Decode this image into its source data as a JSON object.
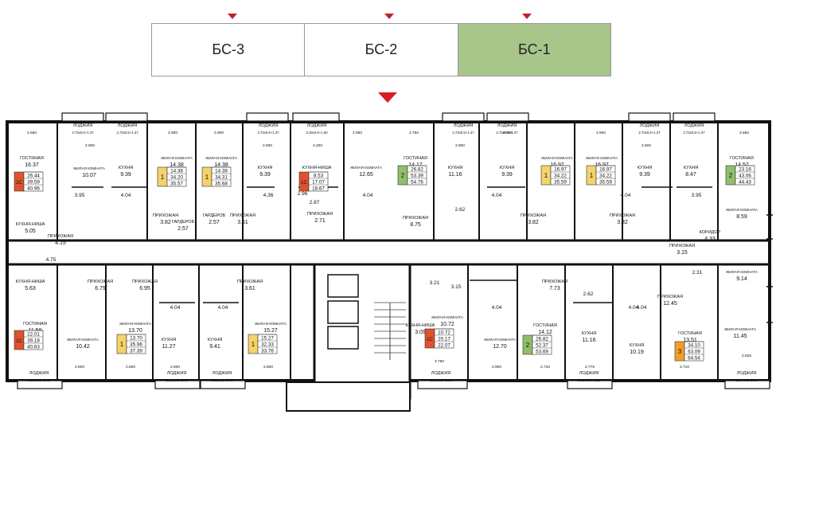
{
  "tabs": [
    {
      "label": "БС-3",
      "active": false
    },
    {
      "label": "БС-2",
      "active": false
    },
    {
      "label": "БС-1",
      "active": true
    }
  ],
  "type_colors": {
    "1": "#f3d36b",
    "1C": "#e0522f",
    "2": "#8fbf6a",
    "2C": "#e0522f",
    "3": "#f0a02a"
  },
  "top_rooms": [
    {
      "name": "ЛОДЖИЯ",
      "dims": "2.73х0.5+1.37"
    },
    {
      "name": "ЛОДЖИЯ",
      "dims": "2.73х0.5+1.37"
    },
    {
      "name": "ЛОДЖИЯ",
      "dims": "2.73х0.5+1.37"
    },
    {
      "name": "ЛОДЖИЯ",
      "dims": "3.19х0.5+1.60"
    },
    {
      "name": "ЛОДЖИЯ",
      "dims": "2.73х0.5+1.37"
    },
    {
      "name": "ЛОДЖИЯ",
      "dims": "2.73х0.5+1.37"
    },
    {
      "name": "ЛОДЖИЯ",
      "dims": "2.73х0.5+1.37"
    },
    {
      "name": "ЛОДЖИЯ",
      "dims": "2.73х0.5+1.37"
    },
    {
      "name": "ГОСТИНАЯ",
      "area": "16.37"
    },
    {
      "name": "ЖИЛАЯ КОМНАТА",
      "area": "10.07"
    },
    {
      "name": "КУХНЯ",
      "area": "9.39"
    },
    {
      "name": "ЖИЛАЯ КОМНАТА",
      "area": "14.38"
    },
    {
      "name": "ЖИЛАЯ КОМНАТА",
      "area": "14.38"
    },
    {
      "name": "КУХНЯ",
      "area": "9.39"
    },
    {
      "name": "КУХНЯ-НИША",
      "area": "8.53"
    },
    {
      "name": "ЖИЛАЯ КОМНАТА",
      "area": "12.65"
    },
    {
      "name": "ГОСТИНАЯ",
      "area": "14.17"
    },
    {
      "name": "КУХНЯ",
      "area": "11.16"
    },
    {
      "name": "КУХНЯ",
      "area": "9.39"
    },
    {
      "name": "ЖИЛАЯ КОМНАТА",
      "area": "16.97"
    },
    {
      "name": "ЖИЛАЯ КОМНАТА",
      "area": "16.97"
    },
    {
      "name": "КУХНЯ",
      "area": "9.39"
    },
    {
      "name": "КУХНЯ",
      "area": "8.47"
    },
    {
      "name": "ГОСТИНАЯ",
      "area": "14.57"
    },
    {
      "name": "ПРИХОЖАЯ",
      "area": "3.82"
    },
    {
      "name": "ГАРДЕРОБ",
      "area": "2.57"
    },
    {
      "name": "ГАРДЕРОБ",
      "area": "2.57"
    },
    {
      "name": "ПРИХОЖАЯ",
      "area": "3.61"
    },
    {
      "name": "ПРИХОЖАЯ",
      "area": "2.71"
    },
    {
      "name": "ПРИХОЖАЯ",
      "area": "8.75"
    },
    {
      "name": "ПРИХОЖАЯ",
      "area": "3.82"
    },
    {
      "name": "ПРИХОЖАЯ",
      "area": "3.82"
    },
    {
      "name": "КОРИДОР",
      "area": "4.33"
    },
    {
      "name": "ЖИЛАЯ КОМНАТА",
      "area": "8.59"
    },
    {
      "name": "КУХНЯ-НИША",
      "area": "5.05"
    },
    {
      "name": "ПРИХОЖАЯ",
      "area": "4.15"
    },
    {
      "name": "ПРИХОЖАЯ",
      "area": "3.15"
    }
  ],
  "bottom_rooms": [
    {
      "name": "КУХНЯ-НИША",
      "area": "5.63"
    },
    {
      "name": "ПРИХОЖАЯ",
      "area": "6.79"
    },
    {
      "name": "ПРИХОЖАЯ",
      "area": "6.95"
    },
    {
      "name": "ПРИХОЖАЯ",
      "area": "3.61"
    },
    {
      "name": "ПРИХОЖАЯ",
      "area": "7.73"
    },
    {
      "name": "ПРИХОЖАЯ",
      "area": "12.45"
    },
    {
      "name": "ЖИЛАЯ КОМНАТА",
      "area": "9.14"
    },
    {
      "name": "ГОСТИНАЯ",
      "area": "11.59"
    },
    {
      "name": "ЖИЛАЯ КОМНАТА",
      "area": "10.42"
    },
    {
      "name": "ЖИЛАЯ КОМНАТА",
      "area": "13.70"
    },
    {
      "name": "КУХНЯ",
      "area": "11.27"
    },
    {
      "name": "КУХНЯ",
      "area": "9.41"
    },
    {
      "name": "ЖИЛАЯ КОМНАТА",
      "area": "15.27"
    },
    {
      "name": "ЖИЛАЯ КОМНАТА",
      "area": "10.72"
    },
    {
      "name": "КУХНЯ-НИША",
      "area": "3.09"
    },
    {
      "name": "ЖИЛАЯ КОМНАТА",
      "area": "12.70"
    },
    {
      "name": "ГОСТИНАЯ",
      "area": "14.12"
    },
    {
      "name": "КУХНЯ",
      "area": "11.16"
    },
    {
      "name": "КУХНЯ",
      "area": "10.19"
    },
    {
      "name": "ГОСТИНАЯ",
      "area": "13.51"
    },
    {
      "name": "ЖИЛАЯ КОМНАТА",
      "area": "11.45"
    },
    {
      "name": "ЛОДЖИЯ",
      "dims": "2.90х0.5+1.45"
    },
    {
      "name": "ЛОДЖИЯ",
      "dims": "2.85х0.5+1.43"
    },
    {
      "name": "ЛОДЖИЯ",
      "dims": "2.85х0.5+1.43"
    },
    {
      "name": "ЛОДЖИЯ",
      "dims": "3.80х0.5+1.90"
    },
    {
      "name": "ЛОДЖИЯ",
      "dims": "2.63х0.5+1.32"
    },
    {
      "name": "ЛОДЖИЯ",
      "dims": "2.90х0.5+1.45"
    }
  ],
  "apartments": [
    {
      "type": "2С",
      "areas": [
        "26.44",
        "39.59",
        "40.96"
      ]
    },
    {
      "type": "1",
      "areas": [
        "14.38",
        "34.20",
        "35.57"
      ]
    },
    {
      "type": "1",
      "areas": [
        "14.38",
        "34.31",
        "35.68"
      ]
    },
    {
      "type": "1С",
      "areas": [
        "8.53",
        "17.07",
        "18.67"
      ]
    },
    {
      "type": "2",
      "areas": [
        "26.82",
        "53.39",
        "54.76"
      ]
    },
    {
      "type": "1",
      "areas": [
        "16.97",
        "34.22",
        "35.59"
      ]
    },
    {
      "type": "1",
      "areas": [
        "16.97",
        "34.22",
        "35.59"
      ]
    },
    {
      "type": "2",
      "areas": [
        "23.16",
        "43.06",
        "44.43"
      ]
    },
    {
      "type": "2С",
      "areas": [
        "22.01",
        "39.18",
        "40.63"
      ]
    },
    {
      "type": "1",
      "areas": [
        "13.70",
        "35.96",
        "37.39"
      ]
    },
    {
      "type": "1",
      "areas": [
        "15.27",
        "32.33",
        "33.76"
      ]
    },
    {
      "type": "1С",
      "areas": [
        "10.72",
        "20.17",
        "22.07"
      ]
    },
    {
      "type": "2",
      "areas": [
        "26.82",
        "52.37",
        "53.69"
      ]
    },
    {
      "type": "3",
      "areas": [
        "34.10",
        "63.09",
        "64.54"
      ]
    }
  ],
  "small_areas": [
    "3.95",
    "4.04",
    "4.36",
    "2.96",
    "2.87",
    "4.04",
    "2.62",
    "4.04",
    "4.04",
    "3.95",
    "4.75",
    "2.31",
    "3.21",
    "3.15",
    "4.04",
    "4.04",
    "4.04",
    "4.04",
    "2.62",
    "4.04"
  ],
  "dims": [
    "2.650",
    "2.800",
    "2.900",
    "2.900",
    "2.800",
    "3.200",
    "2.950",
    "2.750",
    "2.800",
    "2.900",
    "2.900",
    "2.800",
    "2.650",
    "2.800",
    "2.800",
    "2.800",
    "2.800",
    "3.790",
    "2.960",
    "2.740",
    "2.775",
    "3.710",
    "2.825"
  ]
}
